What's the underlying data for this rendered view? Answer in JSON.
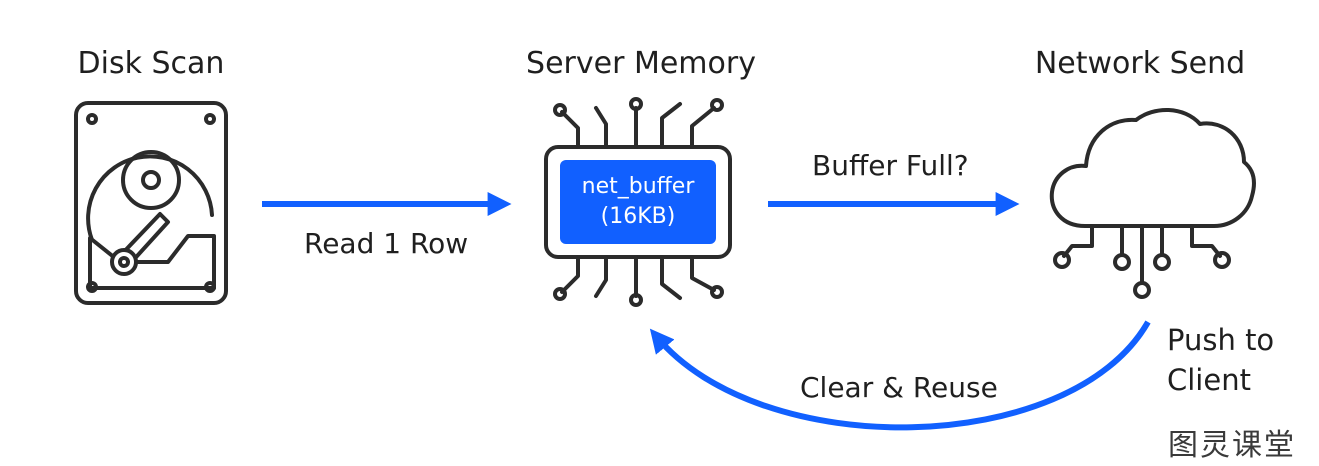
{
  "diagram": {
    "stages": {
      "disk": {
        "title": "Disk Scan",
        "icon": "hard-drive-icon"
      },
      "memory": {
        "title": "Server Memory",
        "icon": "memory-chip-icon"
      },
      "network": {
        "title": "Network Send",
        "icon": "cloud-network-icon"
      }
    },
    "buffer": {
      "name": "net_buffer",
      "size": "(16KB)"
    },
    "edges": {
      "read": "Read 1 Row",
      "full": "Buffer Full?",
      "push": "Push to Client",
      "clear": "Clear & Reuse"
    },
    "watermark": "图灵课堂"
  },
  "colors": {
    "accent": "#1160ff",
    "icon_stroke": "#2b2b2b",
    "text": "#1f1f1f"
  }
}
